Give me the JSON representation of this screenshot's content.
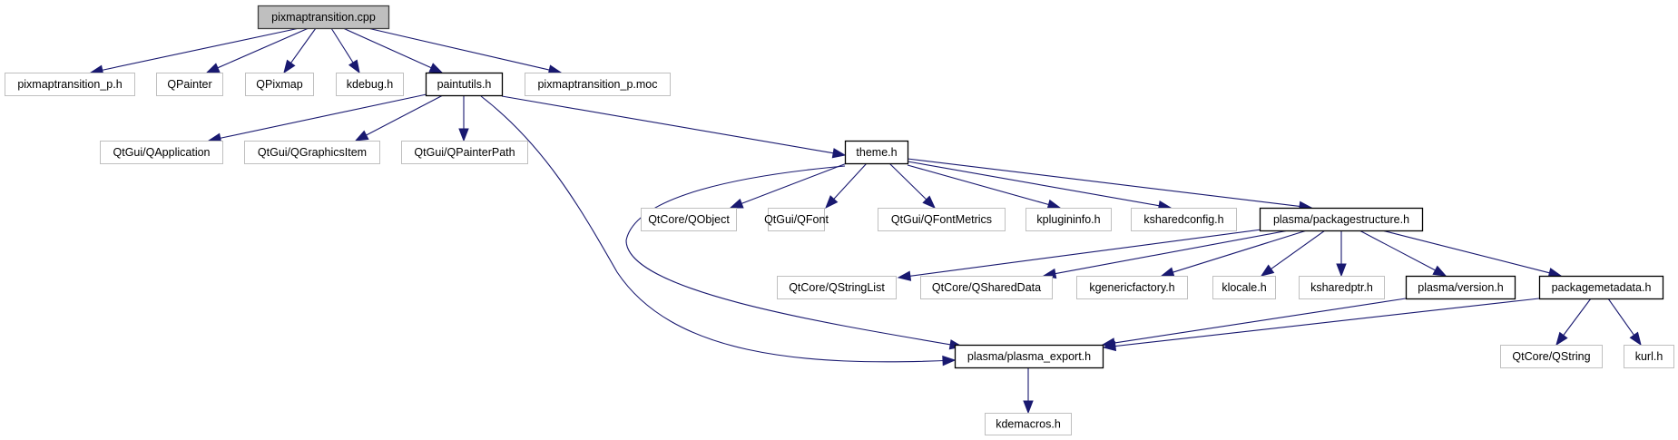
{
  "diagram": {
    "type": "include-dependency-graph",
    "colors": {
      "edge": "#191970",
      "root_fill": "#bfbfbf",
      "root_border": "#404040",
      "documented_border": "#000000",
      "external_border": "#bfbfbf",
      "node_fill": "#ffffff"
    },
    "nodes": [
      {
        "id": "root",
        "label": "pixmaptransition.cpp",
        "kind": "root"
      },
      {
        "id": "pixmaptransition_p_h",
        "label": "pixmaptransition_p.h",
        "kind": "external"
      },
      {
        "id": "qpainter",
        "label": "QPainter",
        "kind": "external"
      },
      {
        "id": "qpixmap",
        "label": "QPixmap",
        "kind": "external"
      },
      {
        "id": "kdebug_h",
        "label": "kdebug.h",
        "kind": "external"
      },
      {
        "id": "paintutils_h",
        "label": "paintutils.h",
        "kind": "documented"
      },
      {
        "id": "pixmaptransition_p_moc",
        "label": "pixmaptransition_p.moc",
        "kind": "external"
      },
      {
        "id": "qapplication",
        "label": "QtGui/QApplication",
        "kind": "external"
      },
      {
        "id": "qgraphicsitem",
        "label": "QtGui/QGraphicsItem",
        "kind": "external"
      },
      {
        "id": "qpainterpath",
        "label": "QtGui/QPainterPath",
        "kind": "external"
      },
      {
        "id": "theme_h",
        "label": "theme.h",
        "kind": "documented"
      },
      {
        "id": "qobject",
        "label": "QtCore/QObject",
        "kind": "external"
      },
      {
        "id": "qfont",
        "label": "QtGui/QFont",
        "kind": "external"
      },
      {
        "id": "qfontmetrics",
        "label": "QtGui/QFontMetrics",
        "kind": "external"
      },
      {
        "id": "kplugininfo_h",
        "label": "kplugininfo.h",
        "kind": "external"
      },
      {
        "id": "ksharedconfig_h",
        "label": "ksharedconfig.h",
        "kind": "external"
      },
      {
        "id": "packagestructure_h",
        "label": "plasma/packagestructure.h",
        "kind": "documented"
      },
      {
        "id": "qstringlist",
        "label": "QtCore/QStringList",
        "kind": "external"
      },
      {
        "id": "qshareddata",
        "label": "QtCore/QSharedData",
        "kind": "external"
      },
      {
        "id": "kgenericfactory_h",
        "label": "kgenericfactory.h",
        "kind": "external"
      },
      {
        "id": "klocale_h",
        "label": "klocale.h",
        "kind": "external"
      },
      {
        "id": "ksharedptr_h",
        "label": "ksharedptr.h",
        "kind": "external"
      },
      {
        "id": "version_h",
        "label": "plasma/version.h",
        "kind": "documented"
      },
      {
        "id": "packagemetadata_h",
        "label": "packagemetadata.h",
        "kind": "documented"
      },
      {
        "id": "plasma_export_h",
        "label": "plasma/plasma_export.h",
        "kind": "documented"
      },
      {
        "id": "qstring",
        "label": "QtCore/QString",
        "kind": "external"
      },
      {
        "id": "kurl_h",
        "label": "kurl.h",
        "kind": "external"
      },
      {
        "id": "kdemacros_h",
        "label": "kdemacros.h",
        "kind": "external"
      }
    ],
    "edges": [
      {
        "from": "root",
        "to": "pixmaptransition_p_h"
      },
      {
        "from": "root",
        "to": "qpainter"
      },
      {
        "from": "root",
        "to": "qpixmap"
      },
      {
        "from": "root",
        "to": "kdebug_h"
      },
      {
        "from": "root",
        "to": "paintutils_h"
      },
      {
        "from": "root",
        "to": "pixmaptransition_p_moc"
      },
      {
        "from": "paintutils_h",
        "to": "qapplication"
      },
      {
        "from": "paintutils_h",
        "to": "qgraphicsitem"
      },
      {
        "from": "paintutils_h",
        "to": "qpainterpath"
      },
      {
        "from": "paintutils_h",
        "to": "theme_h"
      },
      {
        "from": "paintutils_h",
        "to": "plasma_export_h"
      },
      {
        "from": "theme_h",
        "to": "qobject"
      },
      {
        "from": "theme_h",
        "to": "qfont"
      },
      {
        "from": "theme_h",
        "to": "qfontmetrics"
      },
      {
        "from": "theme_h",
        "to": "kplugininfo_h"
      },
      {
        "from": "theme_h",
        "to": "ksharedconfig_h"
      },
      {
        "from": "theme_h",
        "to": "packagestructure_h"
      },
      {
        "from": "theme_h",
        "to": "plasma_export_h"
      },
      {
        "from": "packagestructure_h",
        "to": "qstringlist"
      },
      {
        "from": "packagestructure_h",
        "to": "qshareddata"
      },
      {
        "from": "packagestructure_h",
        "to": "kgenericfactory_h"
      },
      {
        "from": "packagestructure_h",
        "to": "klocale_h"
      },
      {
        "from": "packagestructure_h",
        "to": "ksharedptr_h"
      },
      {
        "from": "packagestructure_h",
        "to": "version_h"
      },
      {
        "from": "packagestructure_h",
        "to": "packagemetadata_h"
      },
      {
        "from": "version_h",
        "to": "plasma_export_h"
      },
      {
        "from": "packagemetadata_h",
        "to": "plasma_export_h"
      },
      {
        "from": "packagemetadata_h",
        "to": "qstring"
      },
      {
        "from": "packagemetadata_h",
        "to": "kurl_h"
      },
      {
        "from": "plasma_export_h",
        "to": "kdemacros_h"
      }
    ]
  }
}
